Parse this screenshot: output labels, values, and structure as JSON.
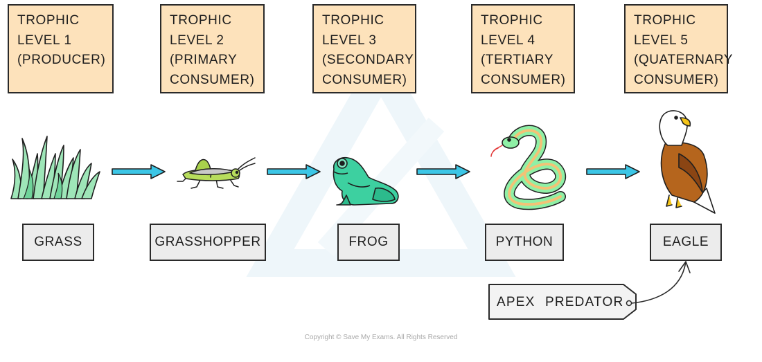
{
  "levels": [
    {
      "heading": "TROPHIC\nLEVEL 1\n(PRODUCER)"
    },
    {
      "heading": "TROPHIC\nLEVEL 2\n(PRIMARY\nCONSUMER)"
    },
    {
      "heading": "TROPHIC\nLEVEL 3\n(SECONDARY\nCONSUMER)"
    },
    {
      "heading": "TROPHIC\nLEVEL 4\n(TERTIARY\nCONSUMER)"
    },
    {
      "heading": "TROPHIC\nLEVEL 5\n(QUATERNARY\nCONSUMER)"
    }
  ],
  "organisms": [
    {
      "label": "GRASS",
      "icon": "grass-icon"
    },
    {
      "label": "GRASSHOPPER",
      "icon": "grasshopper-icon"
    },
    {
      "label": "FROG",
      "icon": "frog-icon"
    },
    {
      "label": "PYTHON",
      "icon": "python-icon"
    },
    {
      "label": "EAGLE",
      "icon": "eagle-icon"
    }
  ],
  "arrows": {
    "icon": "arrow-right-icon",
    "color": "#3cc6e6"
  },
  "apex_tag": {
    "label": "APEX PREDATOR",
    "points_to": "EAGLE"
  },
  "copyright": "Copyright © Save My Exams. All Rights Reserved",
  "colors": {
    "level_box": "#fde2bb",
    "name_box": "#ececec",
    "arrow": "#3cc6e6",
    "outline": "#2a2a2a"
  }
}
